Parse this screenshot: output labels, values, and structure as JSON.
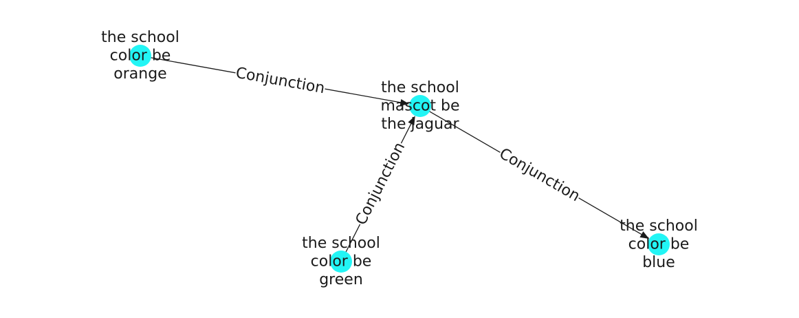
{
  "nodes": [
    {
      "id": "orange",
      "label_lines": [
        "the school",
        "color be",
        "orange"
      ]
    },
    {
      "id": "mascot",
      "label_lines": [
        "the school",
        "mascot be",
        "the jaguar"
      ]
    },
    {
      "id": "green",
      "label_lines": [
        "the school",
        "color be",
        "green"
      ]
    },
    {
      "id": "blue",
      "label_lines": [
        "the school",
        "color be",
        "blue"
      ]
    }
  ],
  "edges": [
    {
      "id": "orange-mascot",
      "source": "orange",
      "target": "mascot",
      "label": "Conjunction"
    },
    {
      "id": "green-mascot",
      "source": "green",
      "target": "mascot",
      "label": "Conjunction"
    },
    {
      "id": "mascot-blue",
      "source": "mascot",
      "target": "blue",
      "label": "Conjunction"
    }
  ],
  "colors": {
    "node": "#22f5f5",
    "edge": "#1a1a1a",
    "text": "#1a1a1a"
  }
}
